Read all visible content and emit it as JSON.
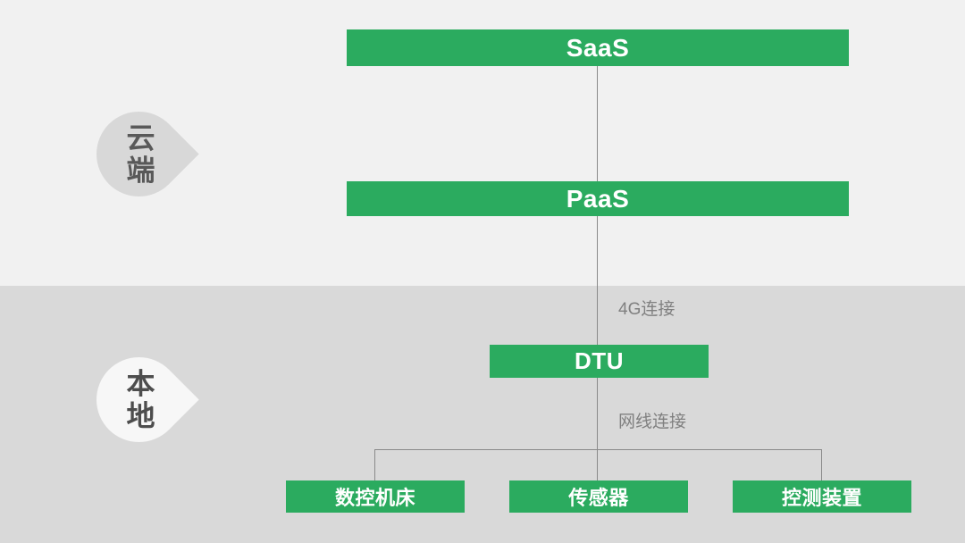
{
  "diagram": {
    "title": "IoT cloud-local architecture",
    "zones": [
      {
        "id": "cloud",
        "label": "云端"
      },
      {
        "id": "local",
        "label": "本地"
      }
    ],
    "nodes": {
      "saas": "SaaS",
      "paas": "PaaS",
      "dtu": "DTU",
      "device1": "数控机床",
      "device2": "传感器",
      "device3": "控测装置"
    },
    "connections": {
      "paas_dtu_label": "4G连接",
      "dtu_devices_label": "网线连接"
    },
    "colors": {
      "node_green": "#2bab5f",
      "node_text": "#ffffff",
      "cloud_zone_bg": "#f1f1f1",
      "local_zone_bg": "#d9d9d9",
      "cloud_pin_bg": "#d8d8d8",
      "local_pin_bg": "#f7f7f7",
      "pin_text": "#595959",
      "connector_line": "#8a8a8a",
      "link_label_text": "#808080"
    }
  }
}
